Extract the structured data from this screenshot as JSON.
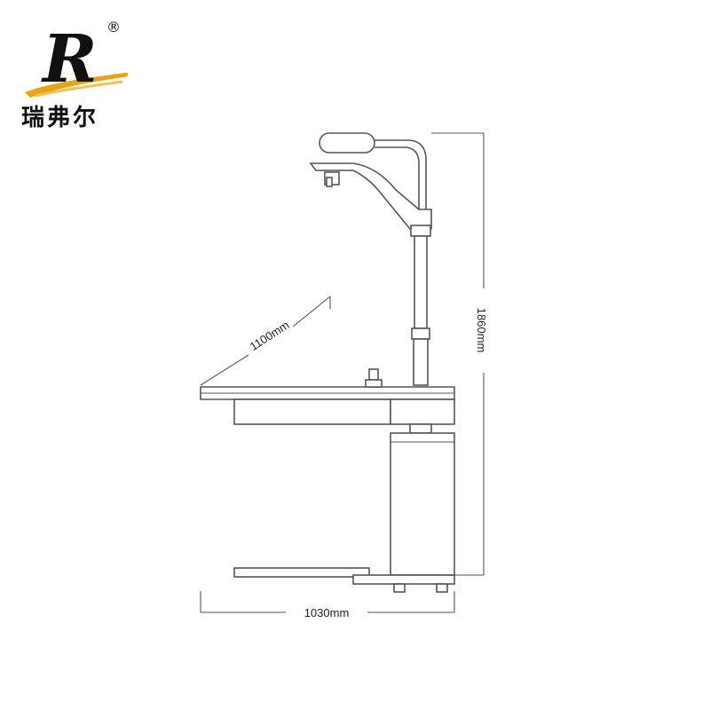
{
  "brand": {
    "logo_letter": "R",
    "registered_mark": "®",
    "name": "瑞弗尔",
    "accent_color": "#e8a317"
  },
  "dimensions": {
    "height": "1860mm",
    "width": "1030mm",
    "table_length": "1100mm"
  }
}
